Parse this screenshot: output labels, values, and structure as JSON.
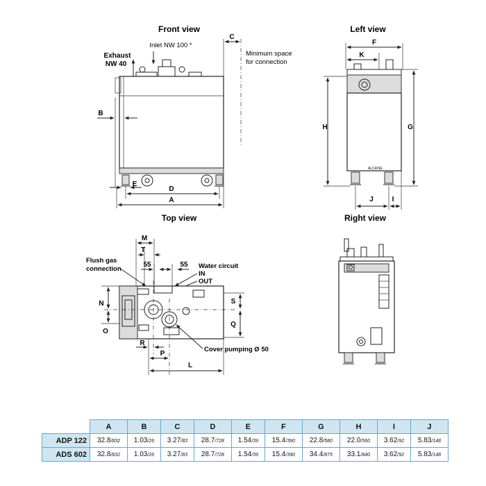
{
  "views": {
    "front": "Front view",
    "left": "Left view",
    "top": "Top view",
    "right": "Right view"
  },
  "annotations": {
    "inlet": "Inlet NW 100 *",
    "exhaust_line1": "Exhaust",
    "exhaust_line2": "NW 40",
    "min_space_line1": "Minimum space",
    "min_space_line2": "for connection",
    "flush_line1": "Flush gas",
    "flush_line2": "connection",
    "water_circuit": "Water circuit",
    "water_in": "IN",
    "water_out": "OUT",
    "cover_pumping": "Cover pumping Ø 50",
    "dim_55_left": "55",
    "dim_55_right": "55"
  },
  "dimension_letters": {
    "A": "A",
    "B": "B",
    "C": "C",
    "D": "D",
    "E": "E",
    "F": "F",
    "G": "G",
    "H": "H",
    "I": "I",
    "J": "J",
    "K": "K",
    "L": "L",
    "M": "M",
    "N": "N",
    "O": "O",
    "P": "P",
    "Q": "Q",
    "R": "R",
    "S": "S",
    "T": "T"
  },
  "table": {
    "columns": [
      "A",
      "B",
      "C",
      "D",
      "E",
      "F",
      "G",
      "H",
      "I",
      "J"
    ],
    "rows": [
      {
        "model": "ADP 122",
        "cells": [
          {
            "inch": "32.8",
            "mm": "/832"
          },
          {
            "inch": "1.03",
            "mm": "/26"
          },
          {
            "inch": "3.27",
            "mm": "/83"
          },
          {
            "inch": "28.7",
            "mm": "/728"
          },
          {
            "inch": "1.54",
            "mm": "/39"
          },
          {
            "inch": "15.4",
            "mm": "/390"
          },
          {
            "inch": "22.8",
            "mm": "/580"
          },
          {
            "inch": "22.0",
            "mm": "/560"
          },
          {
            "inch": "3.62",
            "mm": "/92"
          },
          {
            "inch": "5.83",
            "mm": "/148"
          }
        ]
      },
      {
        "model": "ADS 602",
        "cells": [
          {
            "inch": "32.8",
            "mm": "/832"
          },
          {
            "inch": "1.03",
            "mm": "/26"
          },
          {
            "inch": "3.27",
            "mm": "/83"
          },
          {
            "inch": "28.7",
            "mm": "/728"
          },
          {
            "inch": "1.54",
            "mm": "/39"
          },
          {
            "inch": "15.4",
            "mm": "/390"
          },
          {
            "inch": "34.4",
            "mm": "/875"
          },
          {
            "inch": "33.1",
            "mm": "/840"
          },
          {
            "inch": "3.62",
            "mm": "/92"
          },
          {
            "inch": "5.83",
            "mm": "/148"
          }
        ]
      }
    ]
  }
}
